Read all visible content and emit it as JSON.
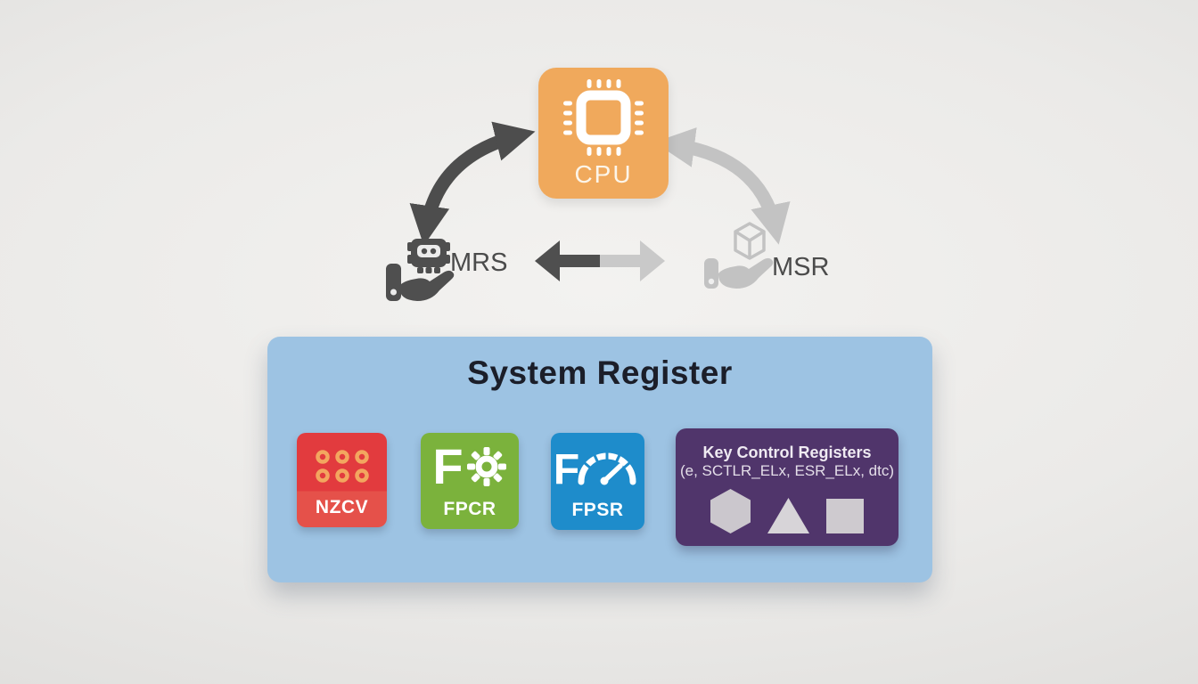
{
  "cpu": {
    "label": "CPU",
    "color": "#F0A95C",
    "icon": "chip-icon"
  },
  "mrs": {
    "label": "MRS",
    "icon": "hand-holding-chip-icon",
    "color": "#4D4D4D"
  },
  "msr": {
    "label": "MSR",
    "icon": "hand-holding-cube-icon",
    "color": "#C2C2C2"
  },
  "arrows": {
    "cpu_mrs": {
      "type": "curved-double-arrow",
      "color": "#4D4D4D"
    },
    "cpu_msr": {
      "type": "curved-double-arrow",
      "color": "#C3C3C3"
    },
    "mrs_msr": {
      "type": "straight-double-arrow",
      "left_color": "#4F4F4F",
      "right_color": "#C9C9C9"
    }
  },
  "system_register": {
    "title": "System Register",
    "background": "#9DC3E3",
    "tiles": {
      "nzcv": {
        "label": "NZCV",
        "color": "#E23B3E",
        "icon": "dots-grid-icon",
        "dot_color": "#F3A65F"
      },
      "fpcr": {
        "label": "FPCR",
        "letter": "F",
        "color": "#7BB23C",
        "icon": "gear-icon"
      },
      "fpsr": {
        "label": "FPSR",
        "letter": "F",
        "color": "#1E8CCB",
        "icon": "gauge-icon"
      }
    },
    "key_control": {
      "title": "Key Control Registers",
      "subtitle": "(e, SCTLR_ELx, ESR_ELx, dtc)",
      "background": "#50356B",
      "shapes": [
        "hexagon",
        "triangle",
        "square"
      ]
    }
  }
}
